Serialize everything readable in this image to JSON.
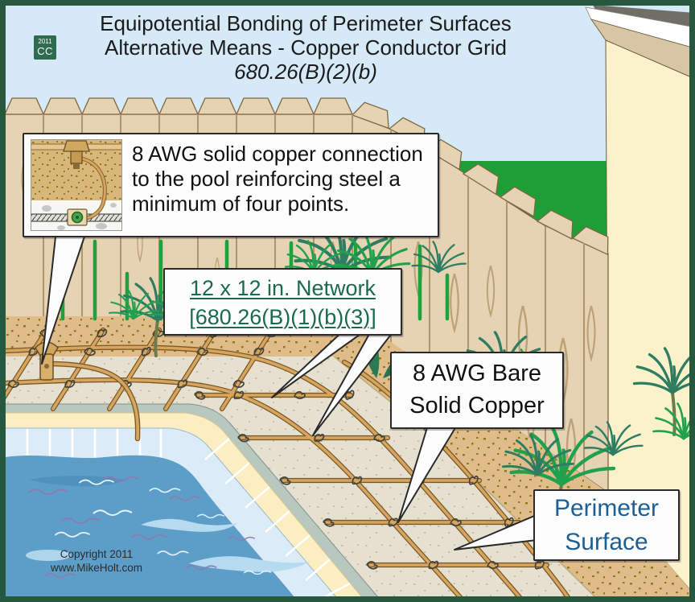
{
  "header": {
    "badge": {
      "year": "2011",
      "label": "CC"
    },
    "title_line1": "Equipotential Bonding of Perimeter Surfaces",
    "title_line2": "Alternative Means - Copper Conductor Grid",
    "title_line3": "680.26(B)(2)(b)"
  },
  "callouts": {
    "connection": {
      "line1": "8 AWG solid copper connection",
      "line2": "to the pool reinforcing steel a",
      "line3": "minimum of four points."
    },
    "network": {
      "line1": "12 x 12 in. Network",
      "line2": "[680.26(B)(1)(b)(3)]"
    },
    "bare_copper": {
      "line1": "8 AWG Bare",
      "line2": "Solid Copper"
    },
    "perimeter": {
      "line1": "Perimeter",
      "line2": "Surface"
    }
  },
  "footer": {
    "line1": "Copyright 2011",
    "line2": "www.MikeHolt.com"
  },
  "colors": {
    "frame_green": "#26573f",
    "badge_green": "#2e6b50",
    "network_text_green": "#1a6b4a",
    "perimeter_text_blue": "#1d5e93",
    "water_blue": "#5d9ec9",
    "copper": "#d7a55e",
    "sky": "#d6e9f6",
    "grass": "#1f9e38",
    "wall_cream": "#fbf1ca",
    "deck": "#e6e0d1",
    "sand": "#dfbc8a"
  }
}
